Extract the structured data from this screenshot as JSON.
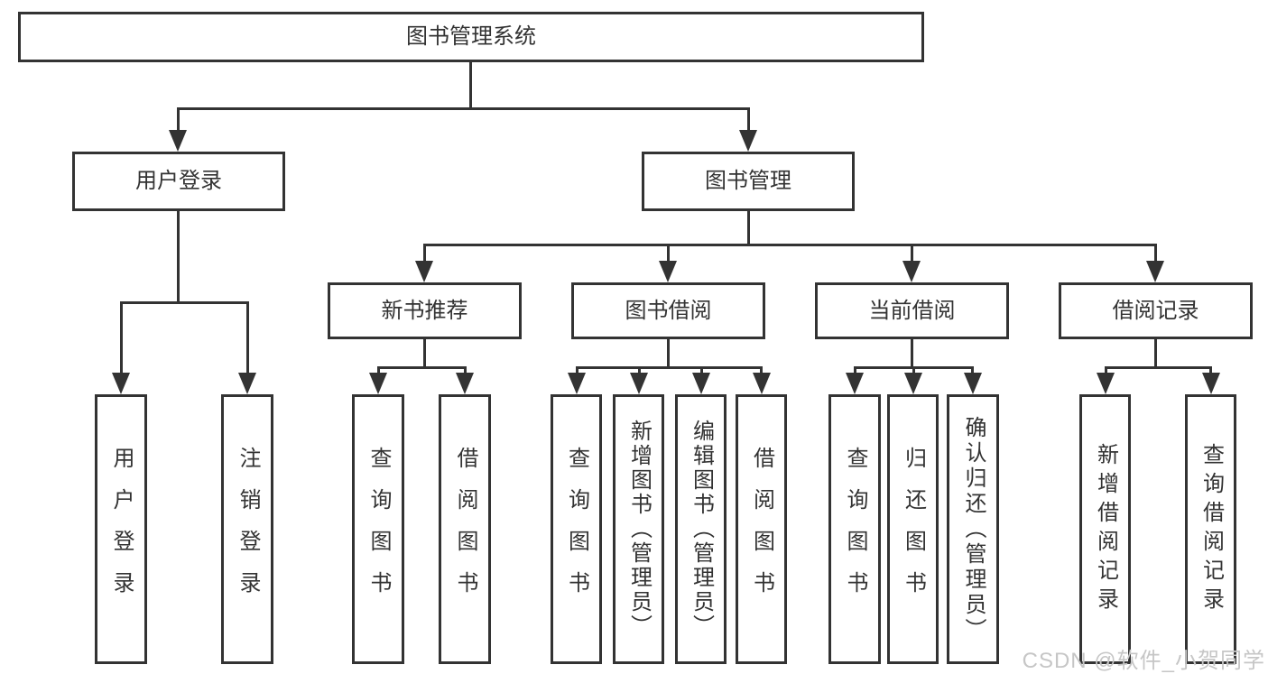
{
  "diagram": {
    "title": "图书管理系统",
    "tree": {
      "root": "图书管理系统",
      "branches": [
        {
          "label": "用户登录",
          "children": [
            "用户登录",
            "注销登录"
          ]
        },
        {
          "label": "图书管理",
          "groups": [
            {
              "label": "新书推荐",
              "children": [
                "查询图书",
                "借阅图书"
              ]
            },
            {
              "label": "图书借阅",
              "children": [
                "查询图书",
                "新增图书（管理员）",
                "编辑图书（管理员）",
                "借阅图书"
              ]
            },
            {
              "label": "当前借阅",
              "children": [
                "查询图书",
                "归还图书",
                "确认归还（管理员）"
              ]
            },
            {
              "label": "借阅记录",
              "children": [
                "新增借阅记录",
                "查询借阅记录"
              ]
            }
          ]
        }
      ]
    },
    "watermark": "CSDN @软件_小贺同学",
    "colors": {
      "line": "#333333",
      "text": "#333333",
      "background": "#ffffff",
      "watermark": "#c6c6c6"
    }
  }
}
